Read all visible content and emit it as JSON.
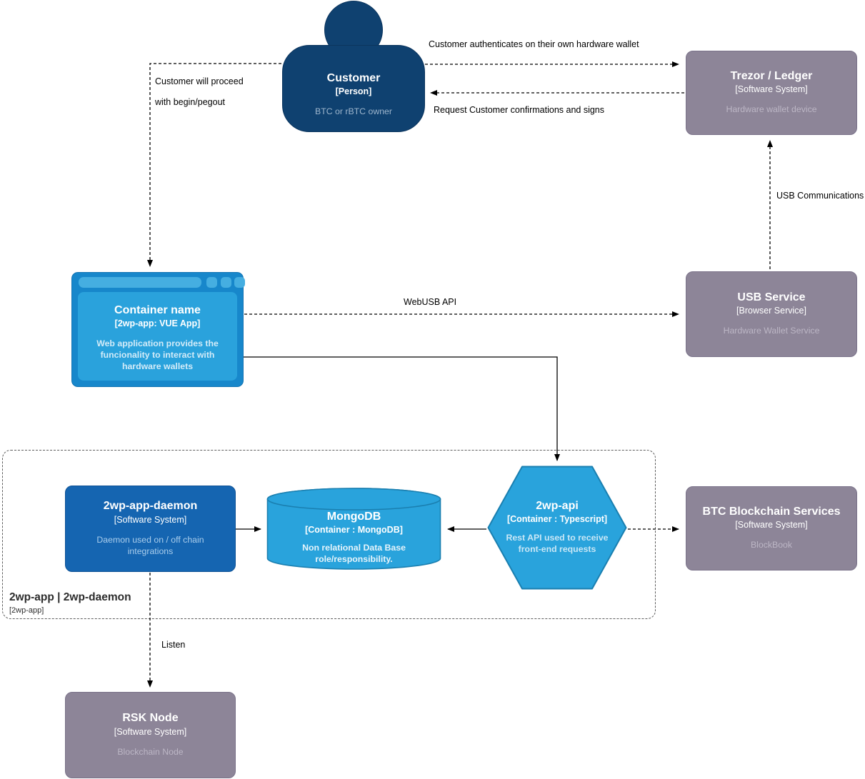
{
  "nodes": {
    "customer": {
      "title": "Customer",
      "subtitle": "[Person]",
      "description": "BTC or rBTC owner"
    },
    "trezor": {
      "title": "Trezor / Ledger",
      "subtitle": "[Software System]",
      "description": "Hardware wallet device"
    },
    "container": {
      "title": "Container name",
      "subtitle": "[2wp-app: VUE App]",
      "description": "Web application provides the funcionality to interact with hardware wallets"
    },
    "usb_service": {
      "title": "USB Service",
      "subtitle": "[Browser Service]",
      "description": "Hardware Wallet Service"
    },
    "daemon": {
      "title": "2wp-app-daemon",
      "subtitle": "[Software System]",
      "description": "Daemon used on / off chain integrations"
    },
    "mongodb": {
      "title": "MongoDB",
      "subtitle": "[Container : MongoDB]",
      "description": "Non relational Data Base role/responsibility."
    },
    "api": {
      "title": "2wp-api",
      "subtitle": "[Container : Typescript]",
      "description": "Rest API used to receive front-end requests"
    },
    "btc": {
      "title": "BTC Blockchain Services",
      "subtitle": "[Software System]",
      "description": "BlockBook"
    },
    "rsk": {
      "title": "RSK Node",
      "subtitle": "[Software System]",
      "description": "Blockchain Node"
    }
  },
  "boundary": {
    "title": "2wp-app | 2wp-daemon",
    "subtitle": "[2wp-app]"
  },
  "edges": {
    "auth": "Customer authenticates on their own hardware wallet",
    "request": "Request Customer confirmations and signs",
    "proceed_line1": "Customer will proceed",
    "proceed_line2": "with begin/pegout",
    "usb_comm": "USB Communications",
    "webusb": "WebUSB API",
    "listen": "Listen"
  },
  "colors": {
    "person_blue": "#0f4170",
    "external_gray": "#8d8598",
    "container_blue": "#29a3dc",
    "daemon_blue": "#1565b1",
    "browser_frame_blue": "#1787cb"
  }
}
